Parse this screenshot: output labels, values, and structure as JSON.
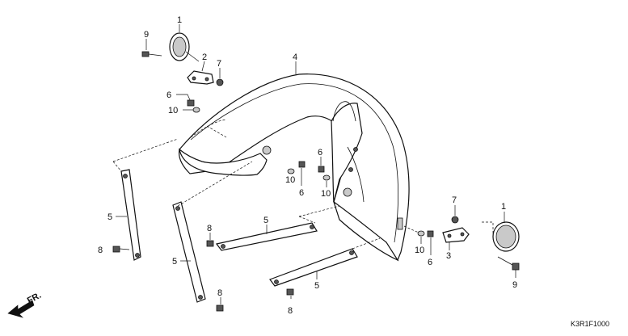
{
  "direction_label": "FR.",
  "diagram_code": "K3R1F1000",
  "callouts": {
    "c1a": "1",
    "c9a": "9",
    "c2": "2",
    "c7a": "7",
    "c4": "4",
    "c6a": "6",
    "c10a": "10",
    "c6b": "6",
    "c10b": "10",
    "c6c": "6",
    "c10c": "10",
    "c5a": "5",
    "c8a": "8",
    "c5b": "5",
    "c8b": "8",
    "c5c": "5",
    "c8c": "8",
    "c5d": "5",
    "c8d": "8",
    "c7b": "7",
    "c1b": "1",
    "c10d": "10",
    "c6d": "6",
    "c3": "3",
    "c9b": "9"
  }
}
